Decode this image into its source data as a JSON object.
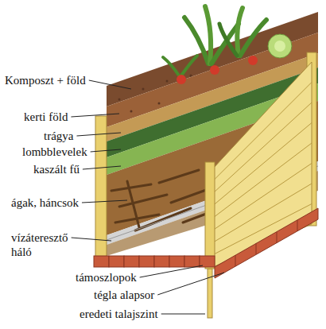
{
  "diagram": {
    "labels": [
      "Komposzt + föld",
      "kerti föld",
      "trágya",
      "lombblevelek",
      "kaszált fű",
      "ágak, háncsok",
      "vízáteresztő háló",
      "támoszlopok",
      "tégla alapsor",
      "eredeti talajszint"
    ]
  }
}
